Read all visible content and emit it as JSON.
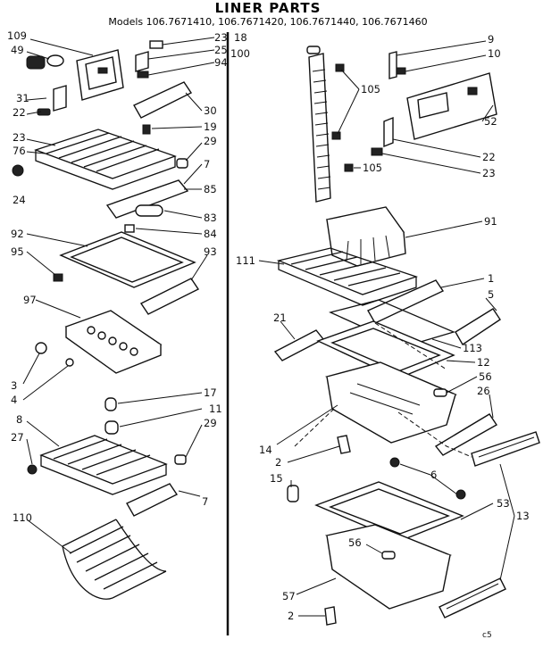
{
  "header": {
    "title": "LINER PARTS",
    "models": "Models 106.7671410, 106.7671420, 106.7671440, 106.7671460"
  },
  "callouts": {
    "left": {
      "c109": "109",
      "c49": "49",
      "c31": "31",
      "c22": "22",
      "c23": "23",
      "c25": "25",
      "c94": "94",
      "c30": "30",
      "c19": "19",
      "c23b": "23",
      "c76": "76",
      "c24": "24",
      "c29": "29",
      "c7": "7",
      "c85": "85",
      "c83": "83",
      "c84": "84",
      "c92": "92",
      "c95": "95",
      "c93": "93",
      "c97": "97",
      "c3": "3",
      "c4": "4",
      "c17": "17",
      "c11": "11",
      "c29b": "29",
      "c8": "8",
      "c27": "27",
      "c7b": "7",
      "c110": "110"
    },
    "right": {
      "c18": "18",
      "c100": "100",
      "c105": "105",
      "c9": "9",
      "c10": "10",
      "c52": "52",
      "c22": "22",
      "c23": "23",
      "c105b": "105",
      "c91": "91",
      "c111": "111",
      "c1": "1",
      "c5": "5",
      "c21": "21",
      "c113": "113",
      "c12": "12",
      "c56": "56",
      "c26": "26",
      "c14": "14",
      "c2": "2",
      "c6": "6",
      "c15": "15",
      "c53": "53",
      "c13": "13",
      "c56b": "56",
      "c57": "57",
      "c2b": "2"
    }
  },
  "footer": {
    "code": "c5"
  }
}
